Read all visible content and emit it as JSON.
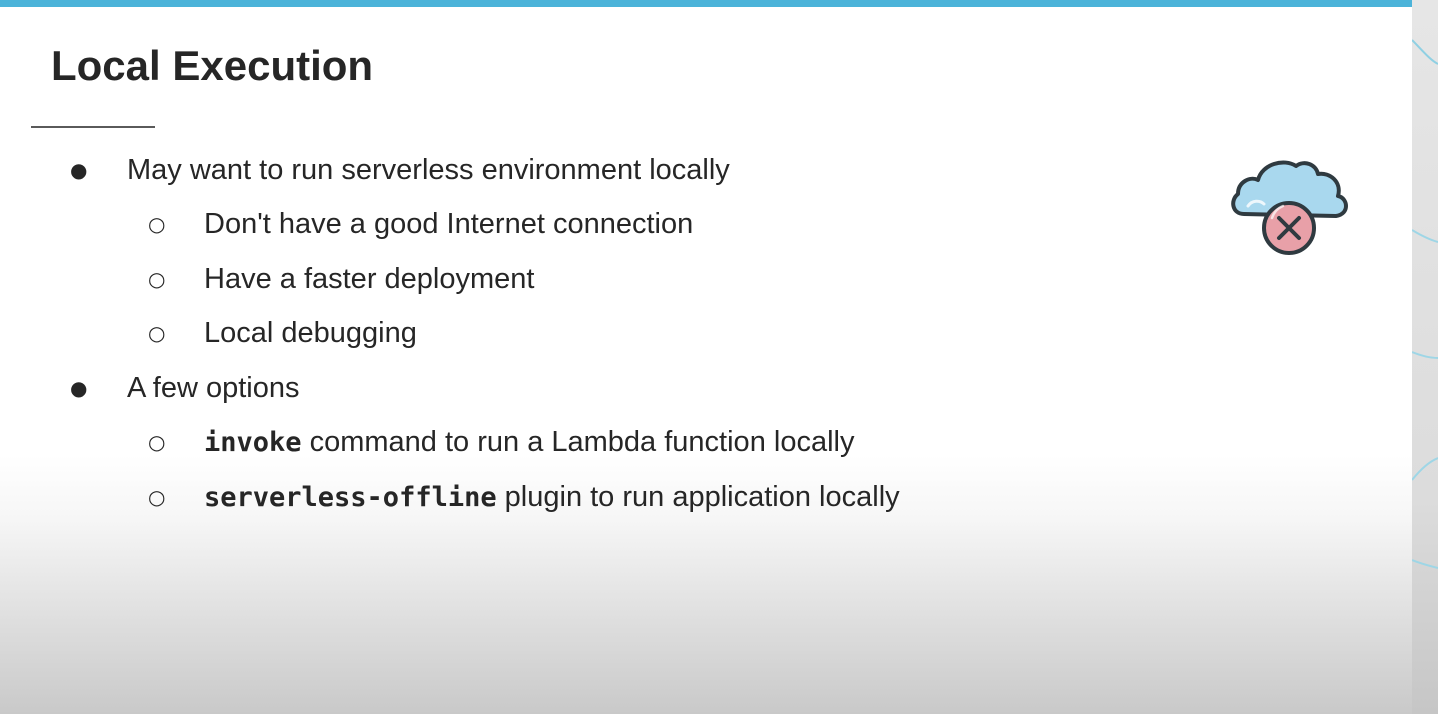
{
  "slide": {
    "title": "Local Execution",
    "bullets": [
      {
        "text": "May want to run serverless environment locally",
        "sub": [
          {
            "text": "Don't have a good Internet connection"
          },
          {
            "text": "Have a faster deployment"
          },
          {
            "text": "Local debugging"
          }
        ]
      },
      {
        "text": "A few options",
        "sub": [
          {
            "code": "invoke",
            "text": " command to run a Lambda function locally"
          },
          {
            "code": "serverless-offline",
            "text": " plugin to run application locally"
          }
        ]
      }
    ],
    "icon": "cloud-error-icon"
  },
  "colors": {
    "accent_bar": "#4bb3d9",
    "text": "#262626",
    "cloud_fill": "#a9d8ee",
    "error_fill": "#e8a0a8"
  }
}
